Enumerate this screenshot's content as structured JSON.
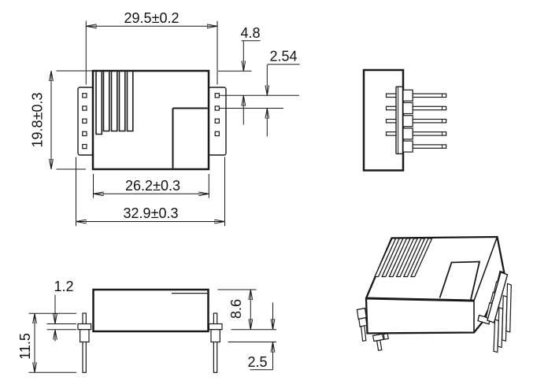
{
  "colors": {
    "line": "#1a1a1a",
    "background": "#ffffff"
  },
  "front_view": {
    "pin_row_spacing": "29.5±0.2",
    "pin_top_offset": "4.8",
    "pin_pitch": "2.54",
    "body_height": "19.8±0.3",
    "body_width": "26.2±0.3",
    "overall_width": "32.9±0.3"
  },
  "bottom_view": {
    "flange_lip": "1.2",
    "pin_length": "11.5",
    "case_height": "8.6",
    "standoff": "2.5"
  }
}
